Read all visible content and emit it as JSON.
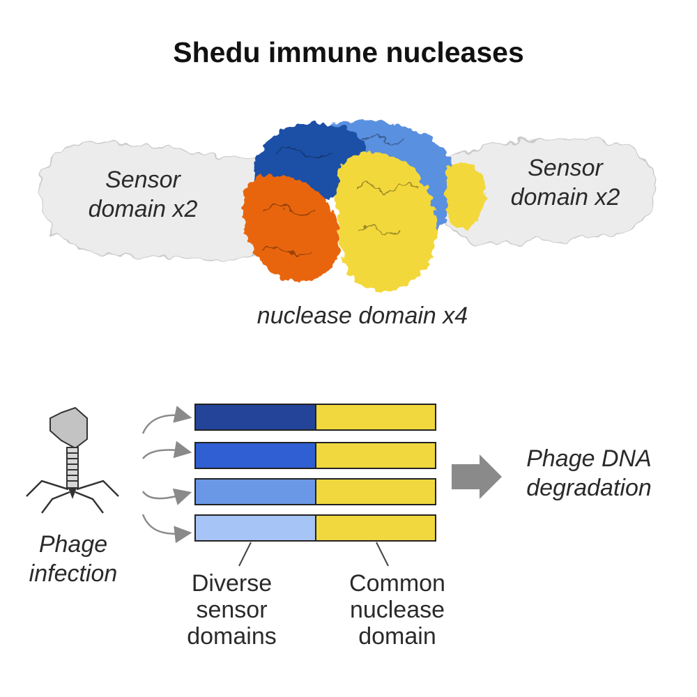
{
  "title": "Shedu immune nucleases",
  "structure": {
    "sensor_left": [
      "Sensor",
      "domain x2"
    ],
    "sensor_right": [
      "Sensor",
      "domain x2"
    ],
    "nuclease_label": "nuclease domain x4"
  },
  "schematic": {
    "phage_label": [
      "Phage",
      "infection"
    ],
    "result_label": [
      "Phage DNA",
      "degradation"
    ],
    "sensor_caption": [
      "Diverse",
      "sensor",
      "domains"
    ],
    "nuclease_caption": [
      "Common",
      "nuclease",
      "domain"
    ]
  },
  "colors": {
    "sensor_bar_1": "#24449a",
    "sensor_bar_2": "#2f5fd2",
    "sensor_bar_3": "#6b98e6",
    "sensor_bar_4": "#a6c4f5",
    "nuclease_bar": "#f0d83e",
    "density_dark_blue": "#1f4fa6",
    "density_light_blue": "#5a90e0",
    "density_orange": "#e8650e",
    "density_yellow": "#f3d83a",
    "sensor_silhouette": "#ececec",
    "arrow_gray": "#8a8a8a"
  },
  "icons": [
    "bacteriophage-icon",
    "curved-arrow-icon",
    "block-arrow-icon"
  ]
}
